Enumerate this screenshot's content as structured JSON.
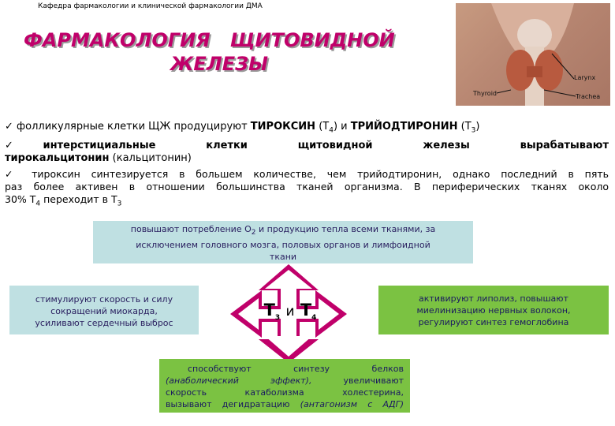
{
  "header": {
    "department": "Кафедра фармакологии и клинической фармакологии ДМА"
  },
  "title": {
    "line1": "ФАРМАКОЛОГИЯ   ЩИТОВИДНОЙ",
    "line2": "ЖЕЛЕЗЫ"
  },
  "photo": {
    "labels": [
      "Larynx",
      "Thyroid",
      "Trachea"
    ]
  },
  "bullets": {
    "b1": {
      "text1": "фолликулярные клетки ЩЖ продуцируют ",
      "bold1": "ТИРОКСИН",
      "t1a": " (Т",
      "sub1": "4",
      "t1b": ") и ",
      "bold2": "ТРИЙОДТИРОНИН",
      "t1c": " (Т",
      "sub2": "3",
      "t1d": ")"
    },
    "b2": {
      "bold_line": "интерстициальные   клетки   щитовидной   железы   вырабатывают",
      "bold_word": "тирокальцитонин",
      "rest": " (кальцитонин)"
    },
    "b3": {
      "line1": "тироксин синтезируется в большем количестве, чем трийодтиронин, однако последний в пять",
      "line2": "раз более активен в отношении большинства тканей организма. В периферических тканях около",
      "line3a": "30% Т",
      "sub3": "4",
      "line3b": " переходит в Т",
      "sub4": "3"
    }
  },
  "boxes": {
    "top": {
      "line1": "повышают потребление О",
      "sub": "2",
      "line1b": " и продукцию тепла всеми тканями, за",
      "line2": "исключением головного мозга, половых органов и лимфоидной",
      "line3": "ткани"
    },
    "left": {
      "line1": "стимулируют скорость и силу",
      "line2": "сокращений миокарда,",
      "line3": "усиливают сердечный выброс"
    },
    "right": {
      "line1": "активируют липолиз, повышают",
      "line2": "миелинизацию нервных волокон,",
      "line3": "регулируют синтез гемоглобина"
    },
    "bottom": {
      "line1": "способствуют   синтезу   белков",
      "line2a": "(анаболический   эффект),",
      "line2b": "   увеличивают",
      "line3": "скорость   катаболизма   холестерина,",
      "line4a": "вызывают дегидратацию ",
      "line4b": "(антагонизм с АДГ)"
    }
  },
  "center": {
    "t3": "Т",
    "sub3": "3",
    "and": "и",
    "t4": "Т",
    "sub4": "4"
  },
  "colors": {
    "title": "#c0006a",
    "arrow": "#c0006a",
    "light_box": "#bfe0e2",
    "green_box": "#7bc242",
    "box_text": "#2a2060"
  }
}
